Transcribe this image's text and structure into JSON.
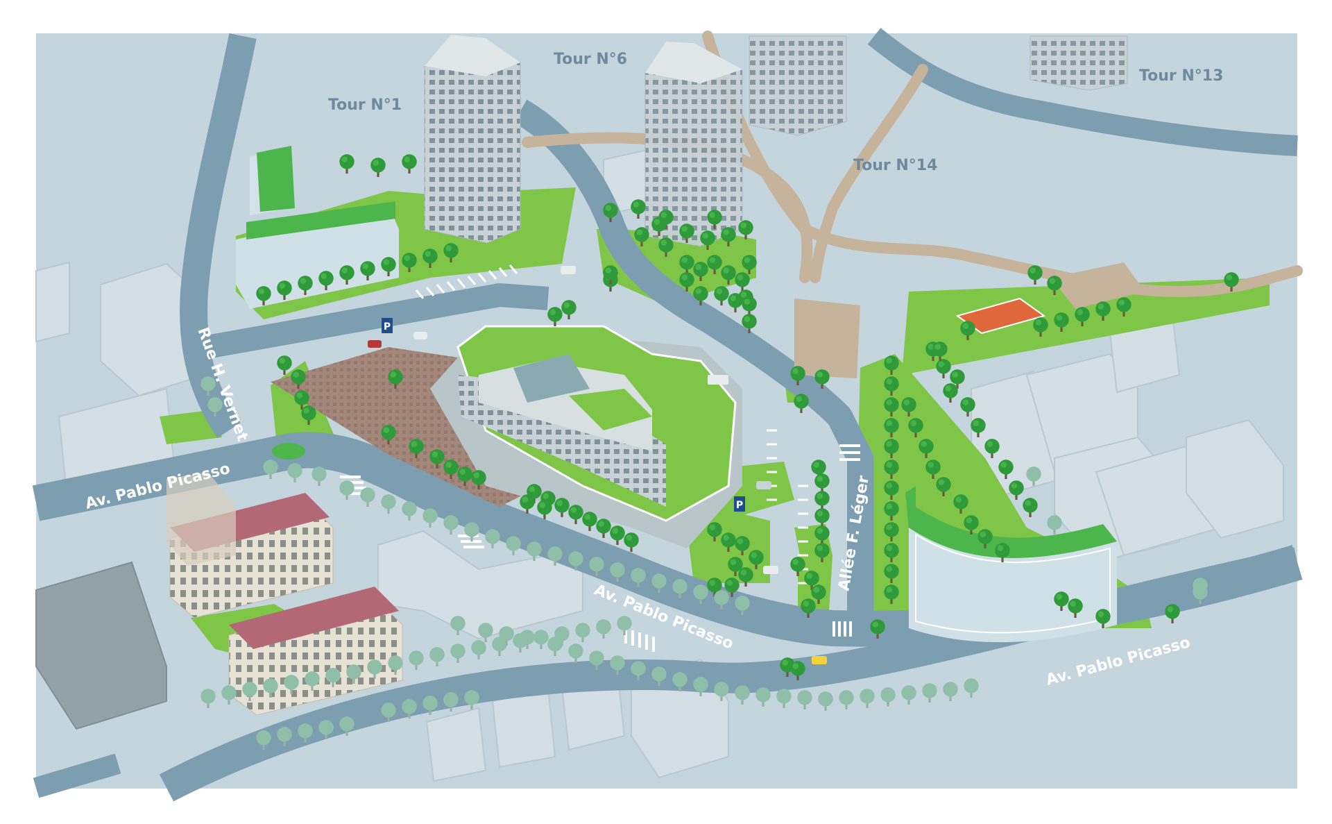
{
  "map": {
    "towers": {
      "tour1": "Tour N°1",
      "tour6": "Tour N°6",
      "tour13": "Tour N°13",
      "tour14": "Tour N°14"
    },
    "streets": {
      "rue_vernet": "Rue H. Vernet",
      "av_picasso_west": "Av. Pablo Picasso",
      "av_picasso_center": "Av. Pablo Picasso",
      "av_picasso_east": "Av. Pablo Picasso",
      "allee_leger": "Allée F. Léger"
    },
    "parking_sign": "P",
    "colors": {
      "background": "#c5d5dd",
      "road": "#7d9eb1",
      "green": "#7fc547",
      "roof_green": "#4cb64c",
      "plaza": "#9a7d72",
      "path": "#c6b39b",
      "tennis": "#e0663b"
    }
  }
}
